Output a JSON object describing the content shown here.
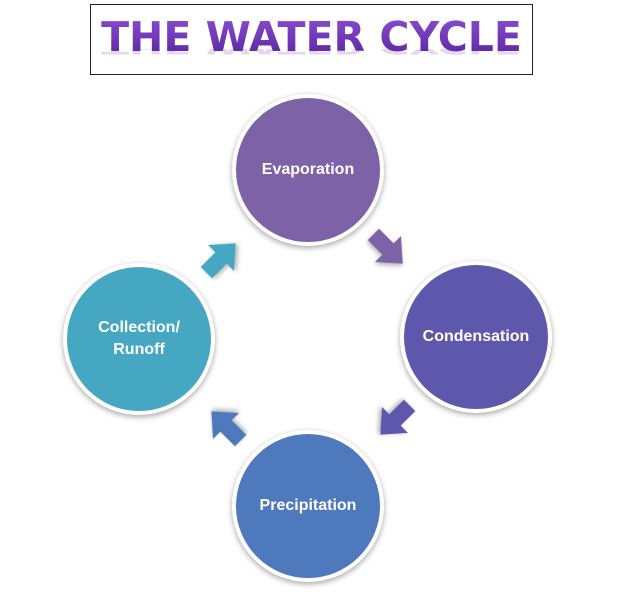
{
  "title": "THE WATER CYCLE",
  "colors": {
    "title": "#6a2fb0",
    "evaporation": "#7e62a8",
    "condensation": "#5d58ac",
    "precipitation": "#4f79bd",
    "collection": "#46a7c3"
  },
  "stages": [
    {
      "id": "evaporation",
      "label": "Evaporation"
    },
    {
      "id": "condensation",
      "label": "Condensation"
    },
    {
      "id": "precipitation",
      "label": "Precipitation"
    },
    {
      "id": "collection",
      "label_line1": "Collection/",
      "label_line2": "Runoff"
    }
  ],
  "arrows": [
    {
      "from": "Evaporation",
      "to": "Condensation",
      "icon": "arrow-down-right-icon"
    },
    {
      "from": "Condensation",
      "to": "Precipitation",
      "icon": "arrow-down-left-icon"
    },
    {
      "from": "Precipitation",
      "to": "Collection/Runoff",
      "icon": "arrow-up-left-icon"
    },
    {
      "from": "Collection/Runoff",
      "to": "Evaporation",
      "icon": "arrow-up-right-icon"
    }
  ]
}
